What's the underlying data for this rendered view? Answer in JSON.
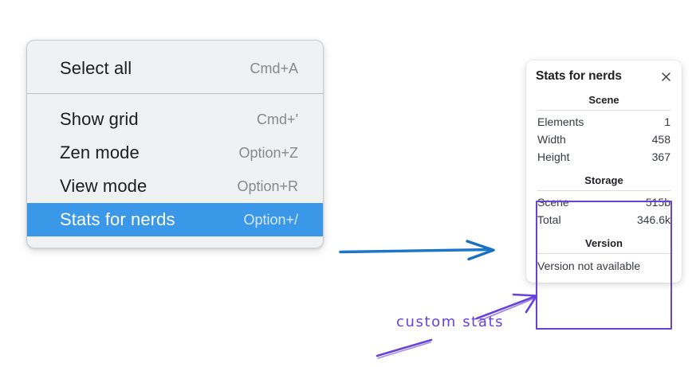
{
  "context_menu": {
    "name": "canvas-context-menu",
    "sections": [
      {
        "items": [
          {
            "label": "Select all",
            "shortcut": "Cmd+A",
            "highlighted": false
          }
        ]
      },
      {
        "items": [
          {
            "label": "Show grid",
            "shortcut": "Cmd+'",
            "highlighted": false
          },
          {
            "label": "Zen mode",
            "shortcut": "Option+Z",
            "highlighted": false
          },
          {
            "label": "View mode",
            "shortcut": "Option+R",
            "highlighted": false
          },
          {
            "label": "Stats for nerds",
            "shortcut": "Option+/",
            "highlighted": true
          }
        ]
      }
    ]
  },
  "stats_panel": {
    "title": "Stats for nerds",
    "close_icon": "close-icon",
    "groups": [
      {
        "title": "Scene",
        "rows": [
          {
            "key": "Elements",
            "value": "1"
          },
          {
            "key": "Width",
            "value": "458"
          },
          {
            "key": "Height",
            "value": "367"
          }
        ]
      },
      {
        "title": "Storage",
        "rows": [
          {
            "key": "Scene",
            "value": "515b"
          },
          {
            "key": "Total",
            "value": "346.6k"
          }
        ]
      },
      {
        "title": "Version",
        "plain": "Version not available"
      }
    ]
  },
  "annotations": {
    "label": "custom stats",
    "blue_arrow_name": "blue-arrow-to-stats-panel",
    "purple_arrow_name": "purple-arrow-to-storage-section",
    "purple_underline_name": "purple-underline-stroke"
  },
  "colors": {
    "menu_background": "#eff1f3",
    "menu_border": "#c5ccd3",
    "menu_divider": "#b9c2cb",
    "highlight_blue": "#3b97e8",
    "menu_label": "#1c1d1f",
    "menu_shortcut": "#86898d",
    "panel_background": "#ffffff",
    "panel_text": "#343a40",
    "annotation_blue": "#1971c2",
    "annotation_purple": "#6741d9",
    "page_background": "#ffffff"
  }
}
